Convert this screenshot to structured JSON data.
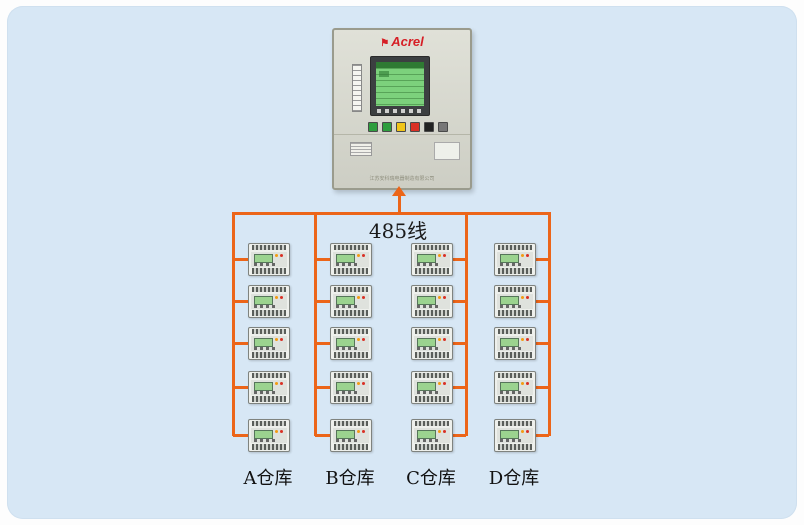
{
  "diagram": {
    "bus_label": "485线",
    "line_color": "#ec6519",
    "background_color": "#d7e7f5",
    "cabinet": {
      "brand": "Acrel",
      "brand_color": "#d61f26",
      "logo_glyph": "⚑",
      "footer_text": "江苏安科瑞电器制造有限公司",
      "screen_color": "#7cd17c",
      "button_colors": [
        "#2e9e3e",
        "#2e9e3e",
        "#f0c419",
        "#d93025",
        "#222222",
        "#777777"
      ]
    },
    "columns": [
      {
        "label": "A仓库",
        "side": "right",
        "device_count": 5
      },
      {
        "label": "B仓库",
        "side": "right",
        "device_count": 5
      },
      {
        "label": "C仓库",
        "side": "left",
        "device_count": 5
      },
      {
        "label": "D仓库",
        "side": "left",
        "device_count": 5
      }
    ]
  }
}
